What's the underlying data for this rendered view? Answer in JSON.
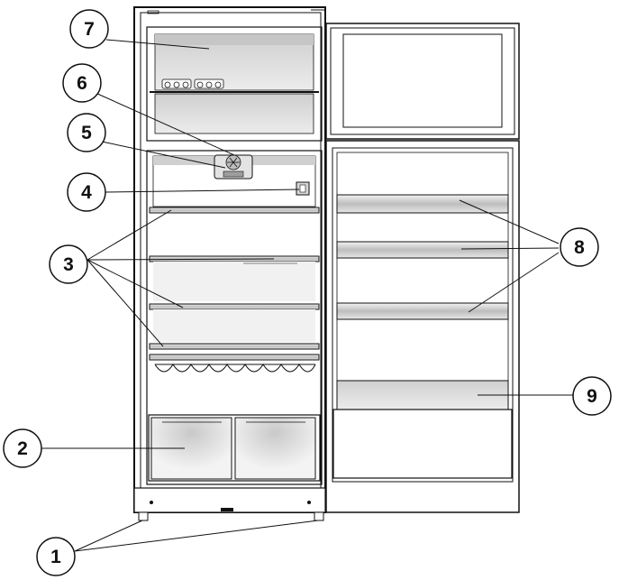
{
  "callouts": [
    {
      "id": "1",
      "label": "1"
    },
    {
      "id": "2",
      "label": "2"
    },
    {
      "id": "3",
      "label": "3"
    },
    {
      "id": "4",
      "label": "4"
    },
    {
      "id": "5",
      "label": "5"
    },
    {
      "id": "6",
      "label": "6"
    },
    {
      "id": "7",
      "label": "7"
    },
    {
      "id": "8",
      "label": "8"
    },
    {
      "id": "9",
      "label": "9"
    }
  ],
  "colors": {
    "line": "#111111",
    "panel": "#d9d9d9",
    "panel_dark": "#b5b5b5",
    "background": "#ffffff"
  }
}
